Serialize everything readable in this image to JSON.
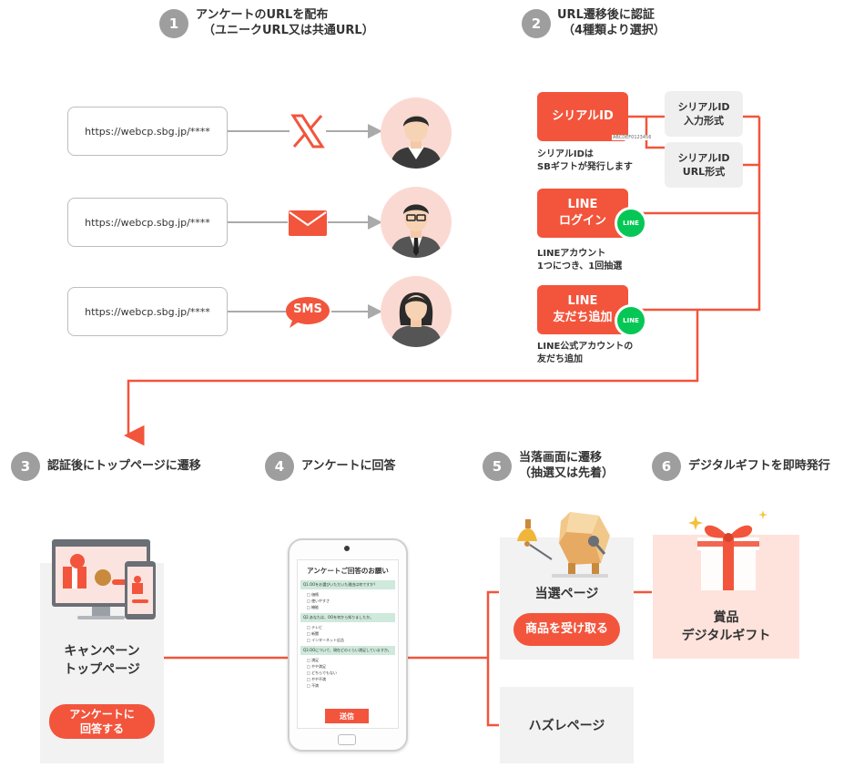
{
  "steps": [
    {
      "num": "1",
      "title_line1": "アンケートのURLを配布",
      "title_line2": "（ユニークURL又は共通URL）"
    },
    {
      "num": "2",
      "title_line1": "URL遷移後に認証",
      "title_line2": "（4種類より選択）"
    },
    {
      "num": "3",
      "title": "認証後にトップページに遷移"
    },
    {
      "num": "4",
      "title": "アンケートに回答"
    },
    {
      "num": "5",
      "title_line1": "当落画面に遷移",
      "title_line2": "（抽選又は先着）"
    },
    {
      "num": "6",
      "title": "デジタルギフトを即時発行"
    }
  ],
  "distribution": {
    "url_text": "https://webcp.sbg.jp/****",
    "channels": [
      {
        "icon": "x-logo-icon",
        "label": ""
      },
      {
        "icon": "mail-icon",
        "label": ""
      },
      {
        "icon": "sms-bubble-icon",
        "label": "SMS"
      }
    ]
  },
  "auth": {
    "serial": {
      "label": "シリアルID",
      "sample_code": "ABCDEF0123456",
      "caption_line1": "シリアルIDは",
      "caption_line2": "SBギフトが発行します"
    },
    "serial_input": {
      "line1": "シリアルID",
      "line2": "入力形式"
    },
    "serial_url": {
      "line1": "シリアルID",
      "line2": "URL形式"
    },
    "line_login": {
      "line1": "LINE",
      "line2": "ログイン",
      "caption_line1": "LINEアカウント",
      "caption_line2": "1つにつき、1回抽選"
    },
    "line_friend": {
      "line1": "LINE",
      "line2": "友だち追加",
      "caption_line1": "LINE公式アカウントの",
      "caption_line2": "友だち追加"
    },
    "line_badge_text": "LINE"
  },
  "campaign": {
    "title_line1": "キャンペーン",
    "title_line2": "トップページ",
    "button_line1": "アンケートに",
    "button_line2": "回答する"
  },
  "survey": {
    "title": "アンケートご回答のお願い",
    "questions": [
      {
        "q": "Q1.OOをお選びいただいた理由は何ですか？",
        "options": [
          "価格",
          "使いやすさ",
          "機能"
        ]
      },
      {
        "q": "Q2.あなたは、OOを何から知りましたか。",
        "options": [
          "テレビ",
          "新聞",
          "インターネット広告"
        ]
      },
      {
        "q": "Q3.OOについて、現在どのくらい満足していますか。",
        "options": [
          "満足",
          "やや満足",
          "どちらでもない",
          "やや不満",
          "不満"
        ]
      }
    ],
    "submit": "送信"
  },
  "result": {
    "win_title": "当選ページ",
    "win_button": "商品を受け取る",
    "lose_title": "ハズレページ"
  },
  "gift": {
    "line1": "賞品",
    "line2": "デジタルギフト"
  },
  "colors": {
    "accent": "#f2553c",
    "line_green": "#06c755",
    "panel_gray": "#f2f2f2",
    "gift_pink": "#fde3dc"
  }
}
